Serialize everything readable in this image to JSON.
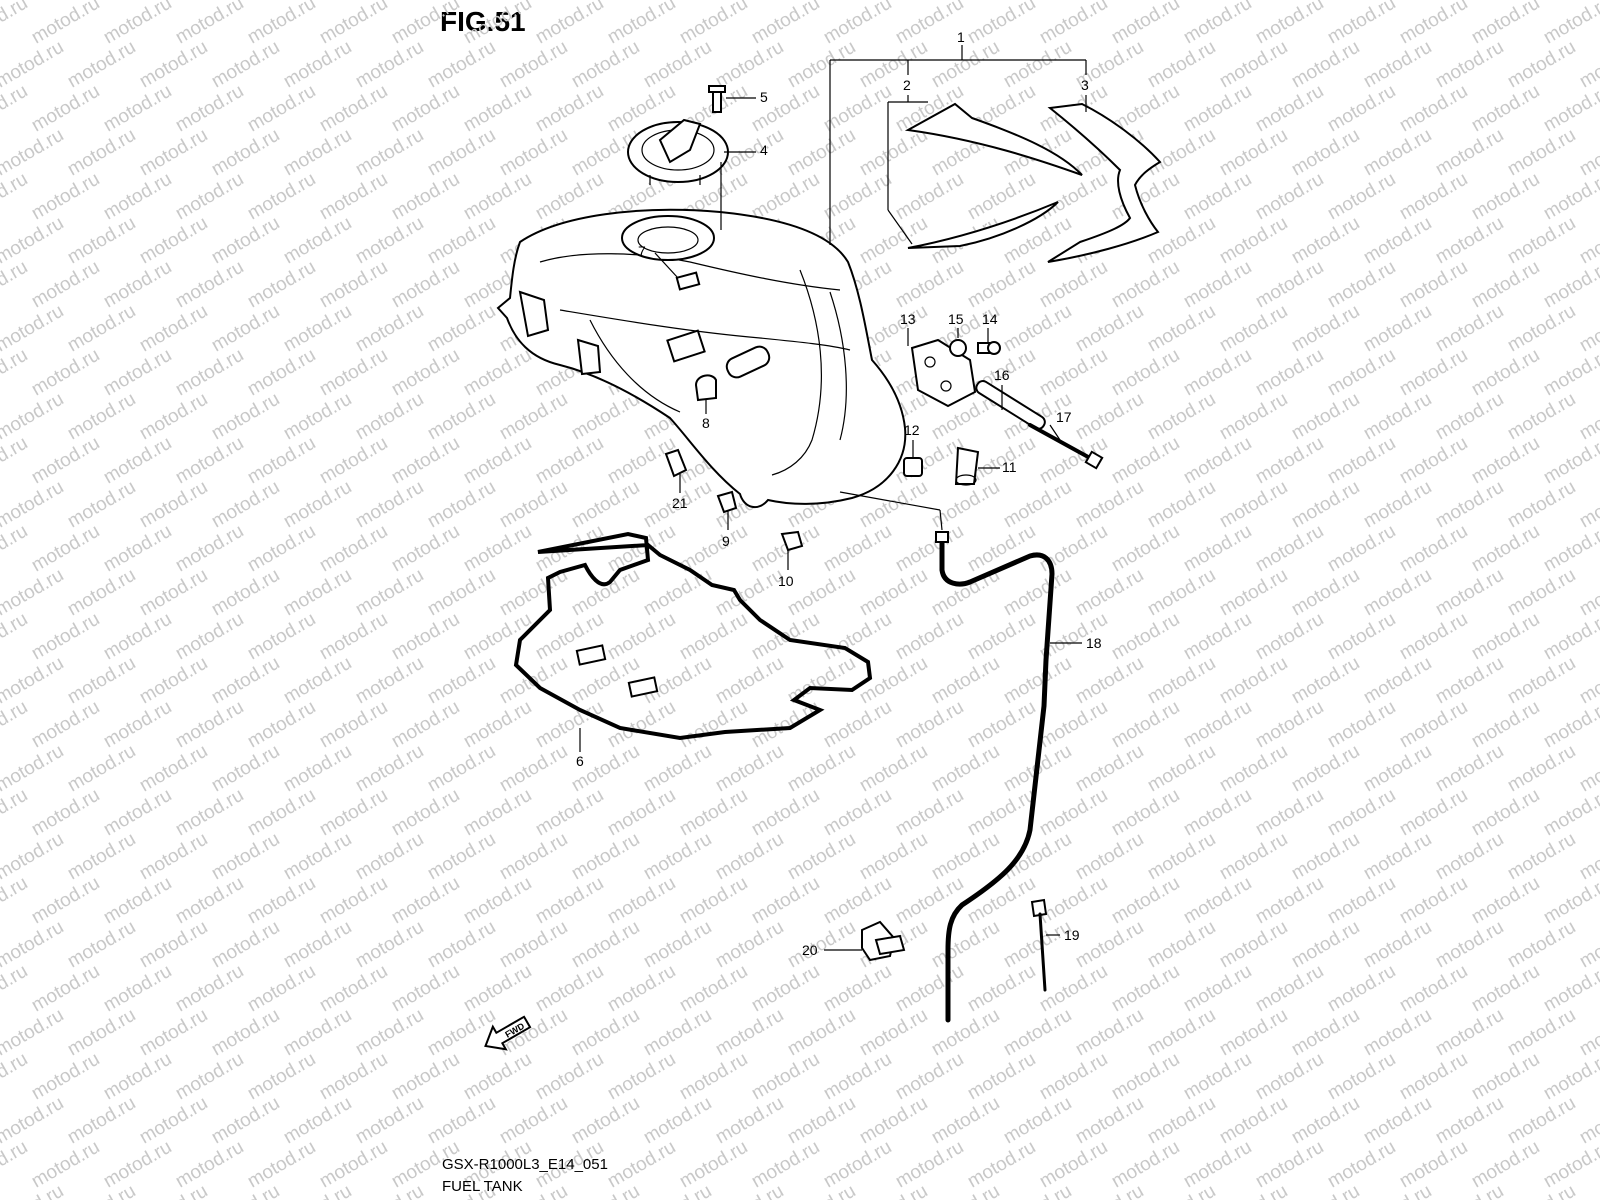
{
  "figure": {
    "title": "FIG.51",
    "model_code": "GSX-R1000L3_E14_051",
    "name": "FUEL TANK"
  },
  "watermark": {
    "text": "motod.ru"
  },
  "fwd_arrow": {
    "label": "FWD"
  },
  "callouts": {
    "c1": "1",
    "c2": "2",
    "c3": "3",
    "c4": "4",
    "c5": "5",
    "c6": "6",
    "c7": "7",
    "c8": "8",
    "c9": "9",
    "c10": "10",
    "c11": "11",
    "c12": "12",
    "c13": "13",
    "c14": "14",
    "c15": "15",
    "c16": "16",
    "c17": "17",
    "c18": "18",
    "c19": "19",
    "c20": "20",
    "c21": "21"
  }
}
